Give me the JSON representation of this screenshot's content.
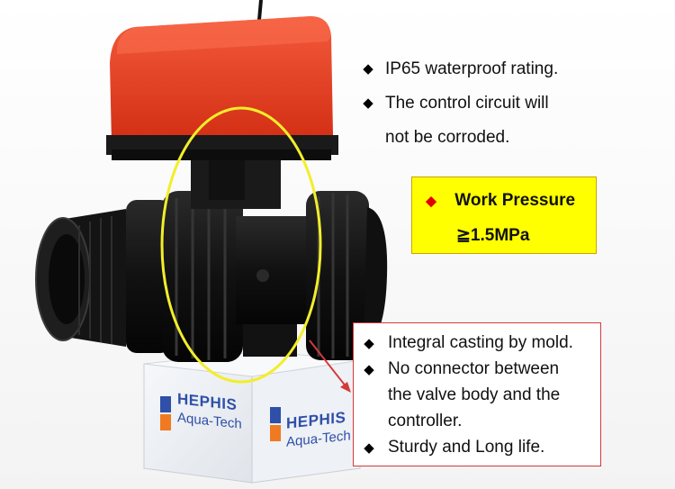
{
  "brand": {
    "name": "HEPHIS",
    "tagline": "Aqua-Tech",
    "colors": {
      "blue": "#2f4fa8",
      "orange": "#f07a21"
    }
  },
  "actuator_color": "#e8381f",
  "highlight_ellipse_color": "#f2ee2a",
  "callout_color": "#d43a3a",
  "top_features": {
    "bullet_glyph": "◆",
    "items": [
      {
        "text": "IP65 waterproof rating."
      },
      {
        "text": "The control circuit will",
        "continuation": "not be corroded."
      }
    ]
  },
  "pressure": {
    "bullet_glyph": "◆",
    "label": "Work Pressure",
    "value": "≧1.5MPa",
    "background": "#ffff00",
    "bullet_color": "#e00000"
  },
  "feature_box": {
    "bullet_glyph": "◆",
    "items": [
      {
        "lines": [
          "Integral casting by mold."
        ]
      },
      {
        "lines": [
          "No connector between",
          "the valve body and the",
          "controller."
        ]
      },
      {
        "lines": [
          "Sturdy and Long life."
        ]
      }
    ]
  }
}
